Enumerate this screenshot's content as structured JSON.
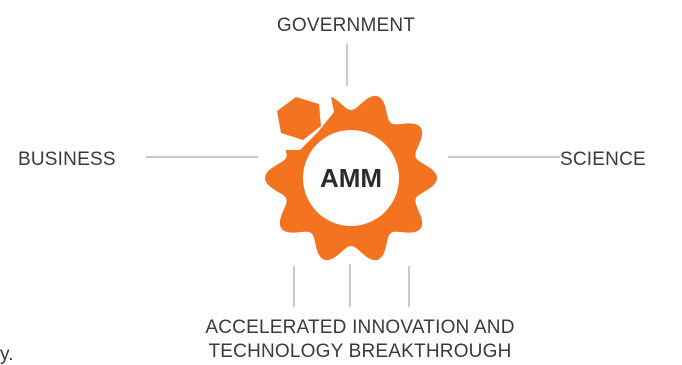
{
  "hub": {
    "label": "AMM",
    "color": "#f47320"
  },
  "nodes": {
    "top": "GOVERNMENT",
    "left": "BUSINESS",
    "right": "SCIENCE",
    "bottom_line1": "ACCELERATED INNOVATION AND",
    "bottom_line2": "TECHNOLOGY BREAKTHROUGH"
  },
  "stray_text": "y.",
  "colors": {
    "connector": "#c9c9c9",
    "text": "#3a3a3a"
  }
}
